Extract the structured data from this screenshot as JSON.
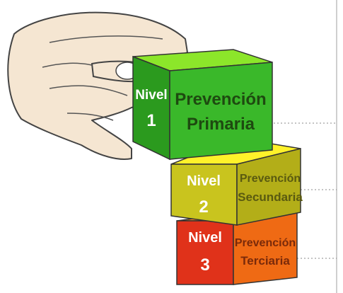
{
  "levels": [
    {
      "nivel_word": "Nivel",
      "nivel_number": "1",
      "title_line1": "Prevención",
      "title_line2": "Primaria",
      "colors": {
        "top": "#8CE62A",
        "front": "#3AB82A",
        "side": "#2B9A1E",
        "nivel_text": "#ffffff",
        "title_text": "#1E4A10"
      }
    },
    {
      "nivel_word": "Nivel",
      "nivel_number": "2",
      "title_line1": "Prevención",
      "title_line2": "Secundaria",
      "colors": {
        "top": "#FFF22A",
        "front": "#C9C41E",
        "side": "#B3AE18",
        "nivel_text": "#ffffff",
        "title_text": "#5A5A10"
      }
    },
    {
      "nivel_word": "Nivel",
      "nivel_number": "3",
      "title_line1": "Prevención",
      "title_line2": "Terciaria",
      "colors": {
        "top": "#FF8A1E",
        "front": "#E0321A",
        "side": "#EF6A14",
        "nivel_text": "#ffffff",
        "title_text": "#7A2A0A"
      }
    }
  ]
}
